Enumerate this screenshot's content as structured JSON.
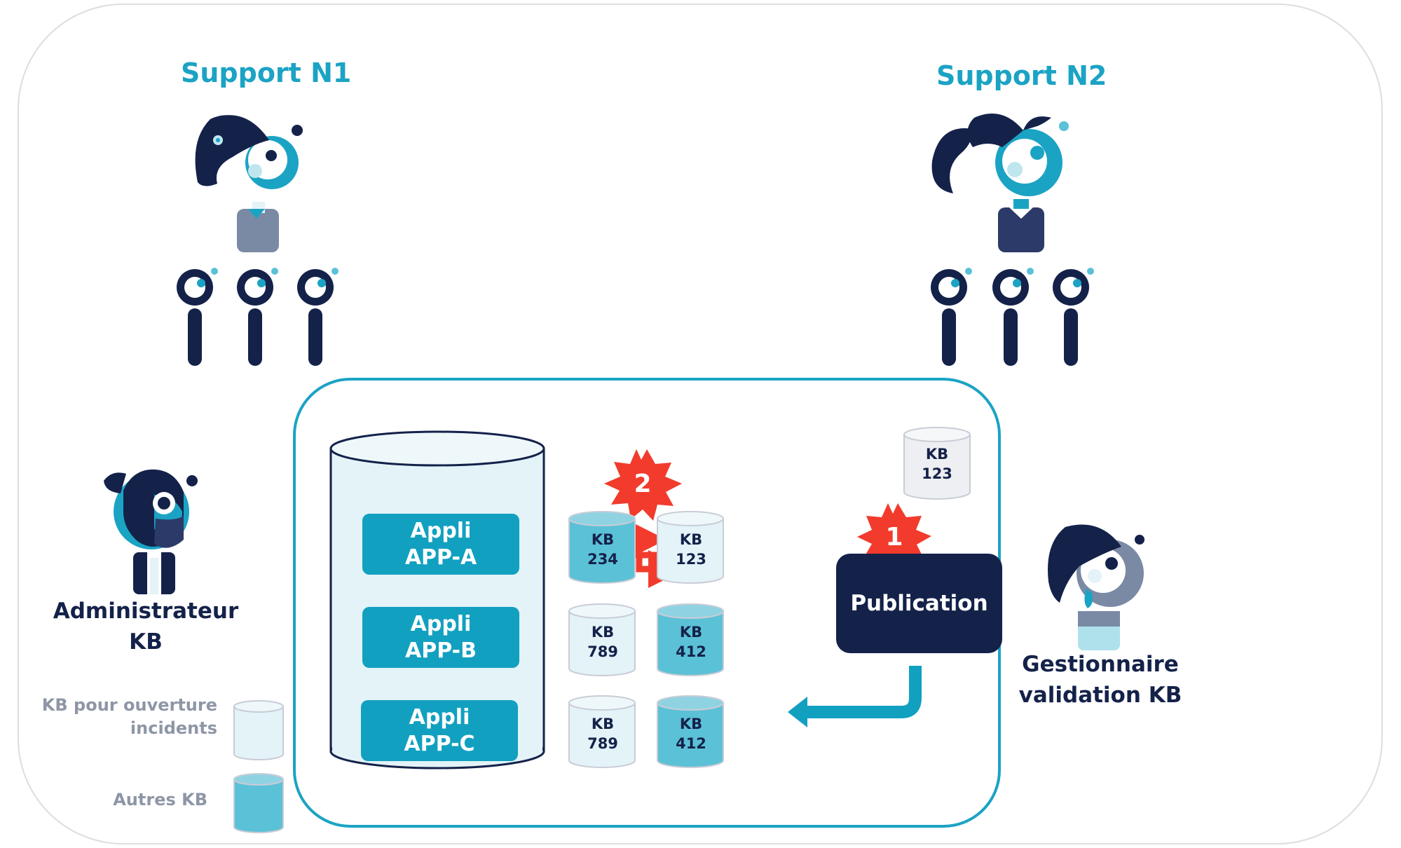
{
  "roles": {
    "support_n1": {
      "title": "Support N1"
    },
    "support_n2": {
      "title": "Support N2"
    },
    "administrateur": {
      "line1": "Administrateur",
      "line2": "KB"
    },
    "gestionnaire": {
      "line1": "Gestionnaire",
      "line2": "validation KB"
    }
  },
  "legend": {
    "incidents": {
      "line1": "KB pour ouverture",
      "line2": "incidents",
      "color": "#e3f3f8"
    },
    "autres": {
      "label": "Autres KB",
      "color": "#5bc1d6"
    }
  },
  "apps": [
    {
      "line1": "Appli",
      "line2": "APP-A"
    },
    {
      "line1": "Appli",
      "line2": "APP-B"
    },
    {
      "line1": "Appli",
      "line2": "APP-C"
    }
  ],
  "kb_items": [
    {
      "line1": "KB",
      "line2": "234",
      "kind": "autres"
    },
    {
      "line1": "KB",
      "line2": "123",
      "kind": "incidents"
    },
    {
      "line1": "KB",
      "line2": "789",
      "kind": "incidents"
    },
    {
      "line1": "KB",
      "line2": "412",
      "kind": "autres"
    },
    {
      "line1": "KB",
      "line2": "789",
      "kind": "incidents"
    },
    {
      "line1": "KB",
      "line2": "412",
      "kind": "autres"
    }
  ],
  "pending_kb": {
    "line1": "KB",
    "line2": "123"
  },
  "publication": {
    "label": "Publication"
  },
  "steps": {
    "one": "1",
    "two": "2"
  },
  "colors": {
    "navy": "#14224a",
    "teal": "#1ba3c4",
    "app_teal": "#12a0c0",
    "red": "#f23b2c",
    "gray": "#eeeff3"
  }
}
